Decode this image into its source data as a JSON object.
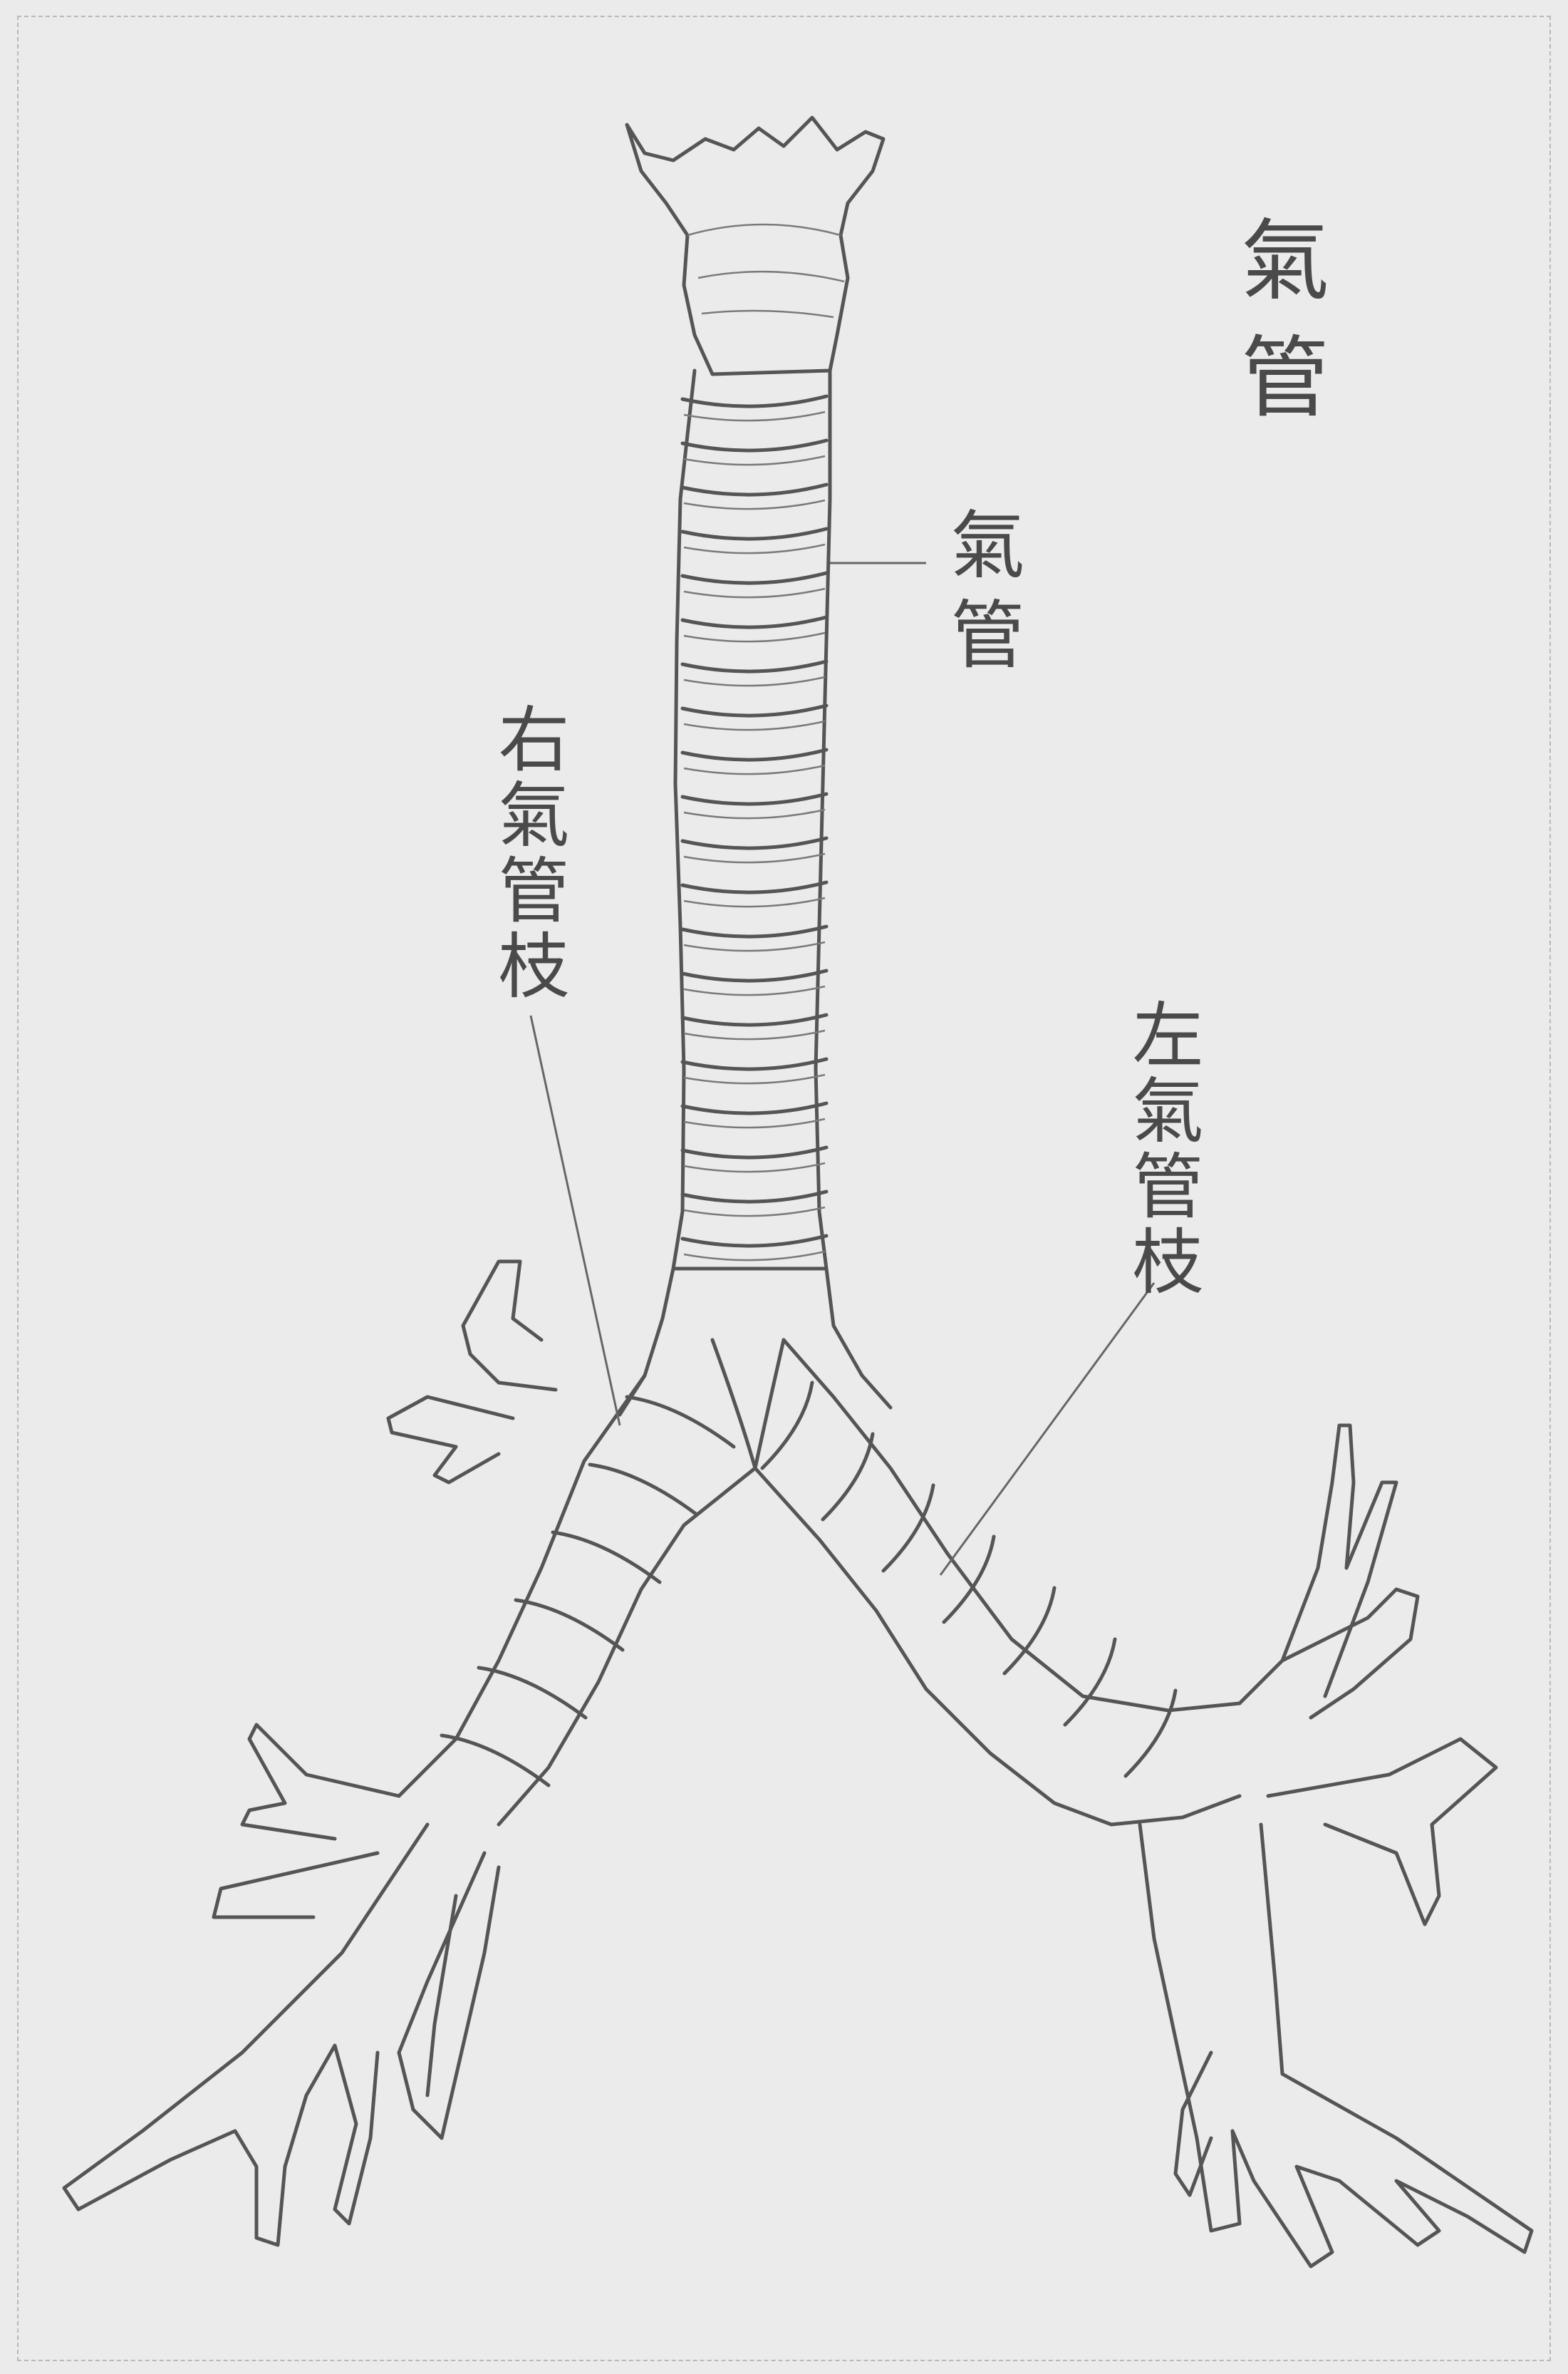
{
  "figure": {
    "title": "氣管",
    "labels": {
      "trachea": "氣管",
      "right_bronchus": "右氣管枝",
      "left_bronchus": "左氣管枝"
    }
  },
  "colors": {
    "paper": "#ebebeb",
    "ink": "#555555"
  }
}
